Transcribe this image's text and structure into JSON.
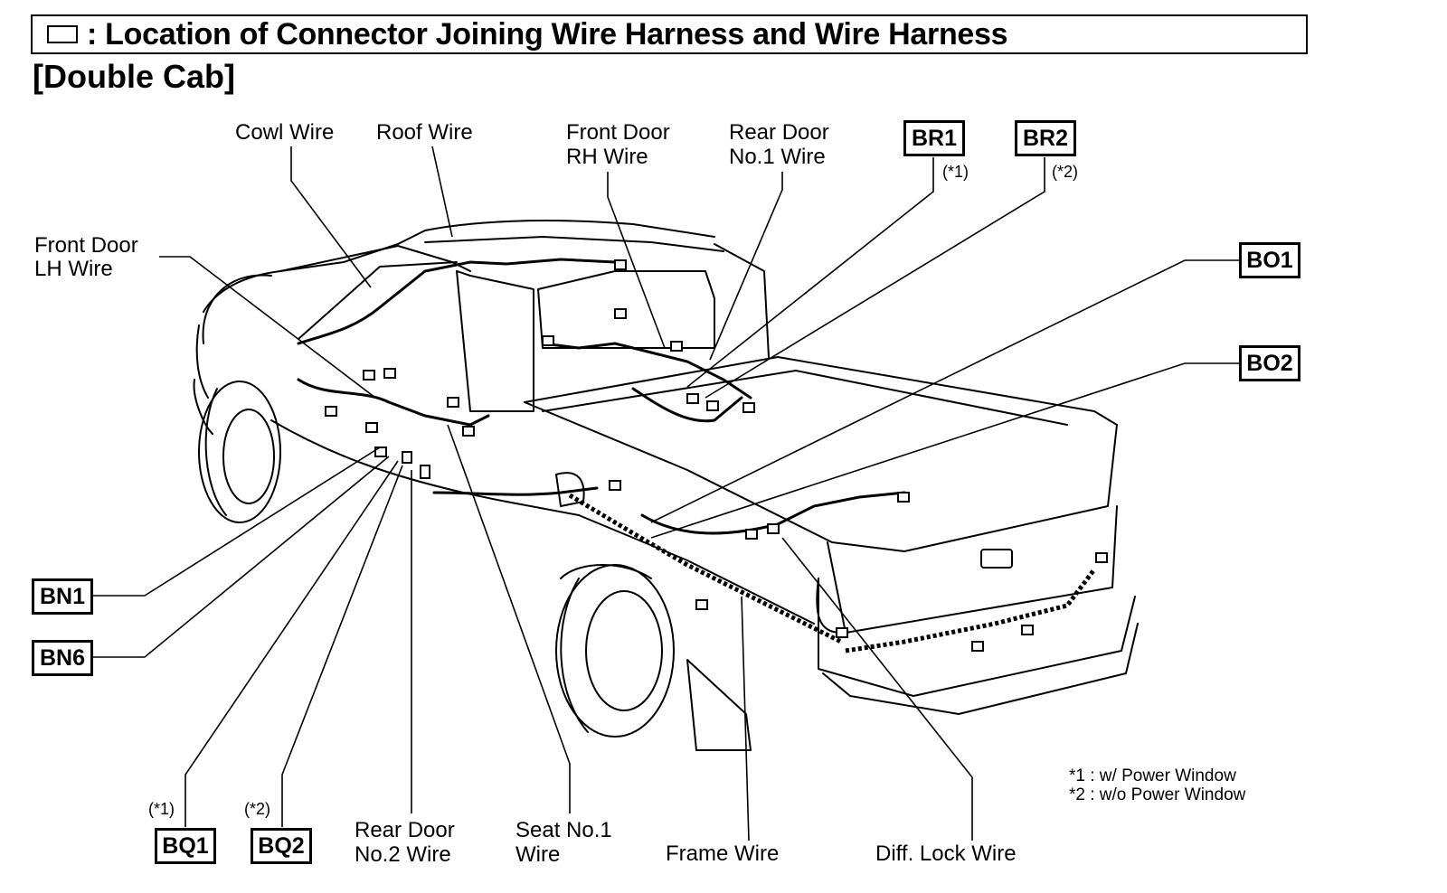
{
  "header": {
    "title": ": Location of Connector Joining Wire Harness and Wire Harness",
    "subtitle": "[Double Cab]"
  },
  "labels": {
    "cowl": "Cowl Wire",
    "roof": "Roof Wire",
    "front_door_rh_1": "Front Door",
    "front_door_rh_2": "RH Wire",
    "rear_door_no1_1": "Rear Door",
    "rear_door_no1_2": "No.1 Wire",
    "front_door_lh_1": "Front Door",
    "front_door_lh_2": "LH Wire",
    "rear_door_no2_1": "Rear Door",
    "rear_door_no2_2": "No.2 Wire",
    "seat_no1_1": "Seat No.1",
    "seat_no1_2": "Wire",
    "frame": "Frame Wire",
    "diff_lock": "Diff. Lock Wire"
  },
  "connectors": {
    "br1": "BR1",
    "br2": "BR2",
    "bo1": "BO1",
    "bo2": "BO2",
    "bn1": "BN1",
    "bn6": "BN6",
    "bq1": "BQ1",
    "bq2": "BQ2"
  },
  "notes": {
    "br1": "(*1)",
    "br2": "(*2)",
    "bq1": "(*1)",
    "bq2": "(*2)"
  },
  "footnotes": {
    "fn1": "*1 : w/ Power Window",
    "fn2": "*2 : w/o Power Window"
  }
}
